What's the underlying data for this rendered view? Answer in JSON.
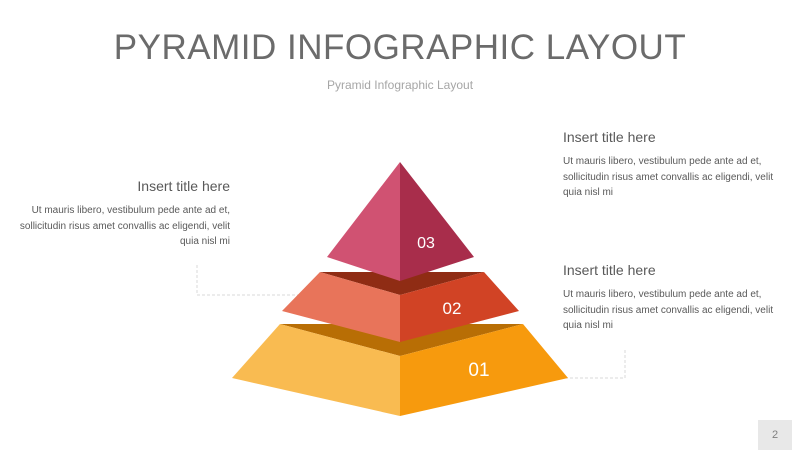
{
  "header": {
    "title": "PYRAMID INFOGRAPHIC LAYOUT",
    "subtitle": "Pyramid Infographic Layout"
  },
  "blocks": [
    {
      "title": "Insert title here",
      "text": "Ut mauris libero, vestibulum pede ante ad et, sollicitudin risus amet convallis ac eligendi, velit quia nisl mi"
    },
    {
      "title": "Insert title here",
      "text": "Ut mauris libero, vestibulum pede ante ad et, sollicitudin risus amet convallis ac eligendi, velit quia nisl mi"
    },
    {
      "title": "Insert title here",
      "text": "Ut mauris libero, vestibulum pede ante ad et, sollicitudin risus amet convallis ac eligendi, velit quia nisl mi"
    }
  ],
  "pyramid": {
    "tiers": [
      {
        "label": "01",
        "light": "#F9BB51",
        "dark": "#F79A0D",
        "top": "#B86E05"
      },
      {
        "label": "02",
        "light": "#E8745A",
        "dark": "#D14325",
        "top": "#8F2C14"
      },
      {
        "label": "03",
        "light": "#D05272",
        "dark": "#A82D4B"
      }
    ],
    "connector_color": "#d9d9d9"
  },
  "footer": {
    "page_number": "2"
  }
}
